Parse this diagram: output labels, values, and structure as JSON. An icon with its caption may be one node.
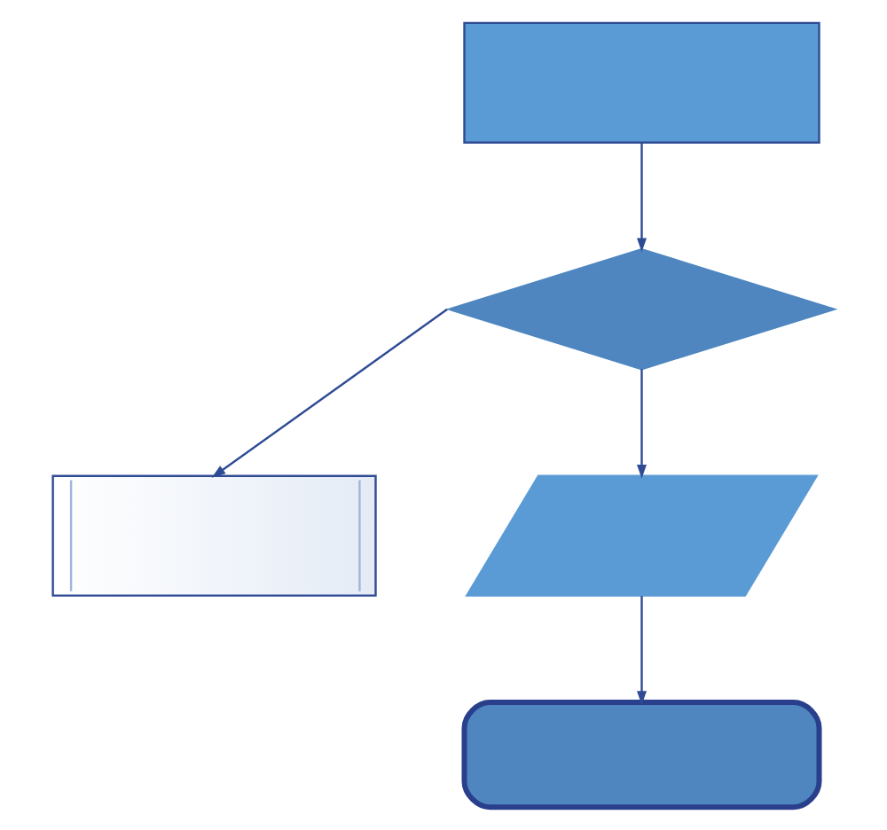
{
  "diagram": {
    "nodes": [
      {
        "text": [],
        "shape": "box"
      },
      {
        "text": [],
        "shape": "diamond"
      },
      {
        "text": [],
        "shape": "box"
      },
      {
        "text": [],
        "shape": "parallelogram"
      },
      {
        "text": [],
        "shape": "box"
      }
    ],
    "edges": [
      {
        "from": 0,
        "to": 1,
        "arrow": "to"
      },
      {
        "from": 1,
        "to": 2,
        "arrow": "to"
      },
      {
        "from": 1,
        "to": 3,
        "arrow": "to"
      },
      {
        "from": 3,
        "to": 4,
        "arrow": "to"
      }
    ]
  }
}
